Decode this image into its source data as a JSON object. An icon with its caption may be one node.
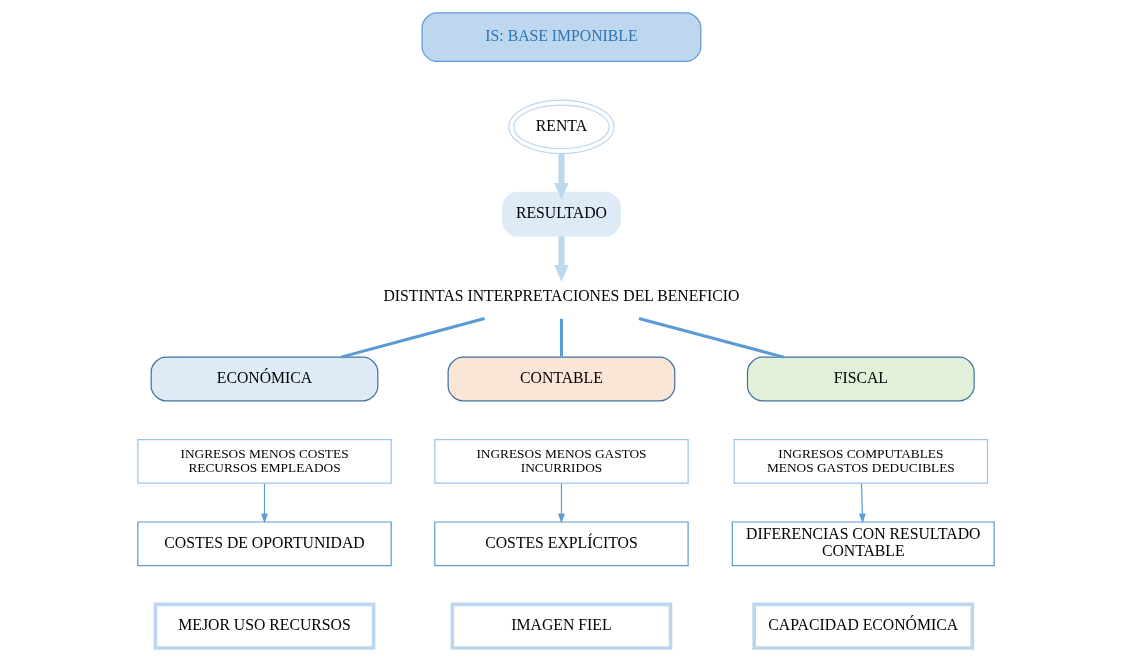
{
  "diagram": {
    "nodes": [
      {
        "text": [
          "IS: BASE IMPONIBLE"
        ]
      },
      {
        "text": [
          "RENTA"
        ]
      },
      {
        "text": [
          "RESULTADO"
        ]
      },
      {
        "text": [
          "DISTINTAS INTERPRETACIONES DEL BENEFICIO"
        ]
      },
      {
        "text": [
          "ECONÓMICA"
        ]
      },
      {
        "text": [
          "CONTABLE"
        ]
      },
      {
        "text": [
          "FISCAL"
        ]
      },
      {
        "text": [
          "INGRESOS MENOS COSTES RECURSOS EMPLEADOS"
        ]
      },
      {
        "text": [
          "INGRESOS MENOS GASTOS INCURRIDOS"
        ]
      },
      {
        "text": [
          "INGRESOS COMPUTABLES MENOS GASTOS DEDUCIBLES"
        ]
      },
      {
        "text": [
          "COSTES DE OPORTUNIDAD"
        ]
      },
      {
        "text": [
          "COSTES EXPLÍCITOS"
        ]
      },
      {
        "text": [
          "DIFERENCIAS CON RESULTADO CONTABLE"
        ]
      },
      {
        "text": [
          "MEJOR USO RECURSOS"
        ]
      },
      {
        "text": [
          "IMAGEN FIEL"
        ]
      },
      {
        "text": [
          "CAPACIDAD ECONÓMICA"
        ]
      }
    ],
    "edges": [
      {
        "from": 1,
        "to": 2,
        "arrow": "to",
        "style": "thick",
        "color": "#bdd7ee"
      },
      {
        "from": 2,
        "to": 3,
        "arrow": "to",
        "style": "thick",
        "color": "#bdd7ee"
      },
      {
        "from": 3,
        "to": 4,
        "arrow": "none"
      },
      {
        "from": 3,
        "to": 5,
        "arrow": "none"
      },
      {
        "from": 3,
        "to": 6,
        "arrow": "none"
      },
      {
        "from": 7,
        "to": 10,
        "arrow": "to"
      },
      {
        "from": 8,
        "to": 11,
        "arrow": "to"
      },
      {
        "from": 9,
        "to": 12,
        "arrow": "to"
      }
    ]
  }
}
